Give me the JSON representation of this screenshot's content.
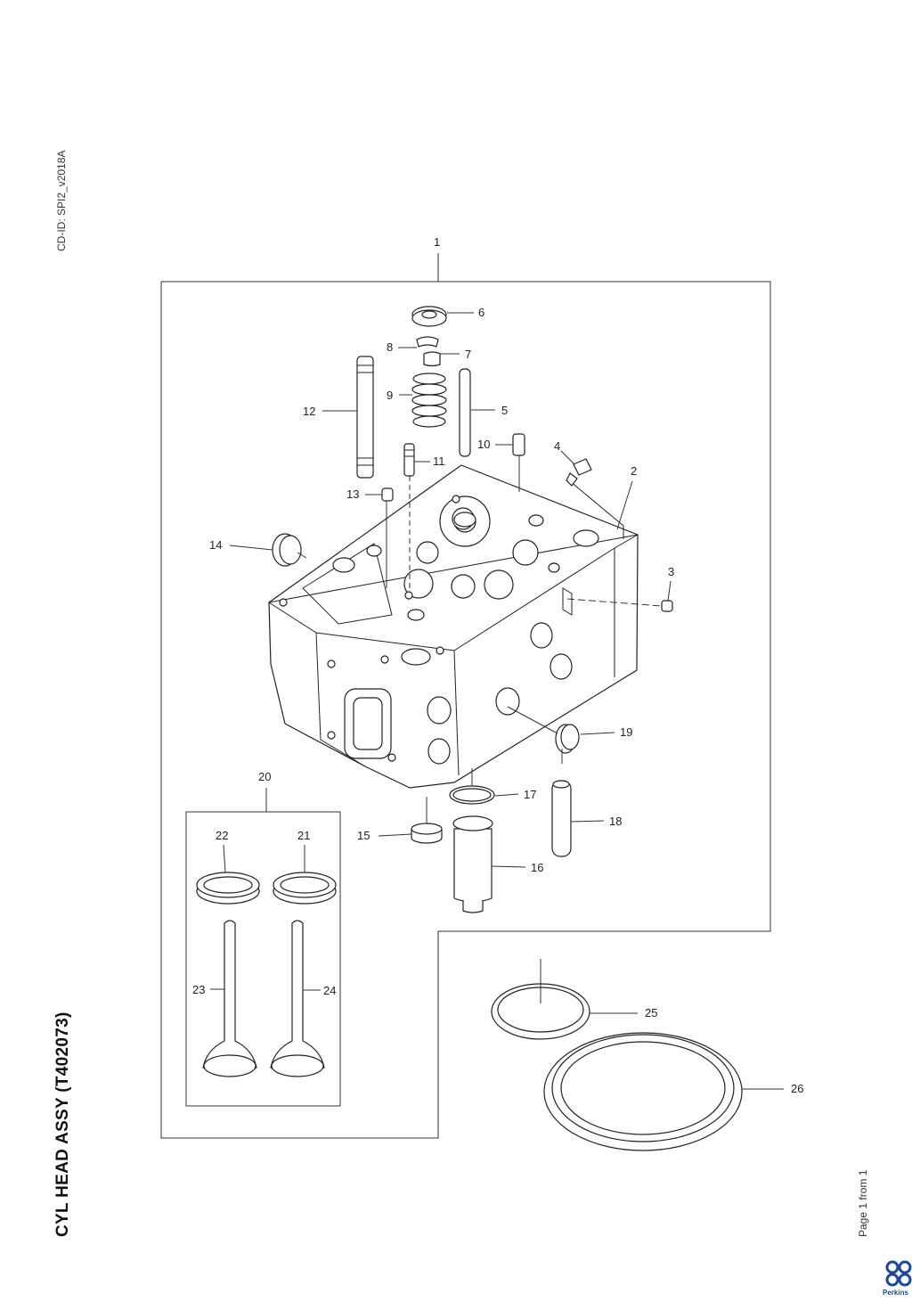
{
  "header": {
    "cd_id": "CD-ID: SPI2_v2018A"
  },
  "title": "CYL HEAD ASSY (T402073)",
  "footer": {
    "page": "Page 1 from 1",
    "brand": "Perkins"
  },
  "colors": {
    "brand": "#1a4a9c",
    "line": "#333333"
  },
  "callouts": {
    "c1": "1",
    "c2": "2",
    "c3": "3",
    "c4": "4",
    "c5": "5",
    "c6": "6",
    "c7": "7",
    "c8": "8",
    "c9": "9",
    "c10": "10",
    "c11": "11",
    "c12": "12",
    "c13": "13",
    "c14": "14",
    "c15": "15",
    "c16": "16",
    "c17": "17",
    "c18": "18",
    "c19": "19",
    "c20": "20",
    "c21": "21",
    "c22": "22",
    "c23": "23",
    "c24": "24",
    "c25": "25",
    "c26": "26"
  }
}
